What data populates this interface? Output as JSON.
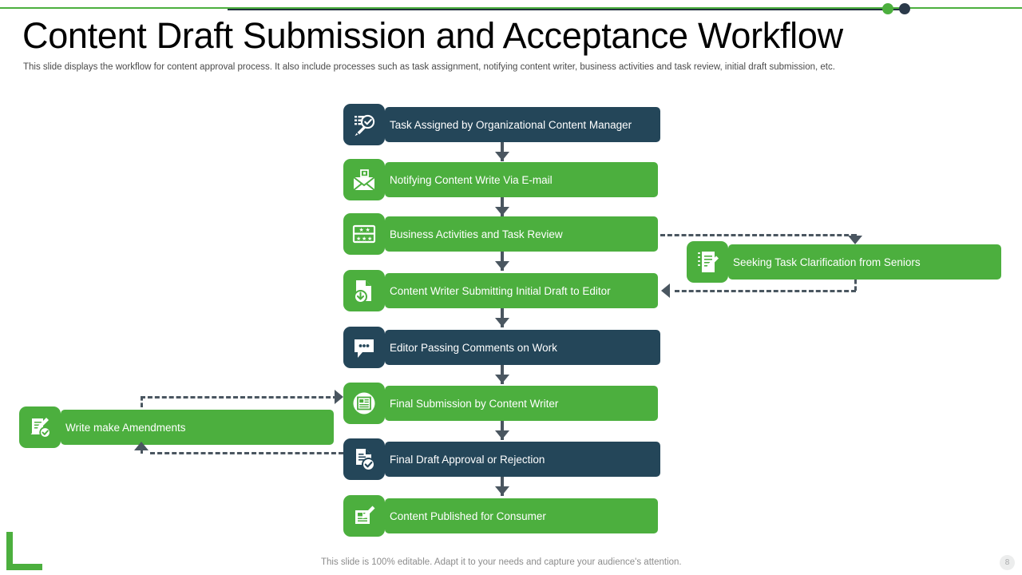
{
  "header": {
    "title": "Content Draft Submission and Acceptance Workflow",
    "subtitle": "This slide displays the workflow for content approval process. It also include processes such as task assignment, notifying content writer, business activities and task review, initial draft submission, etc."
  },
  "theme": {
    "green": "#4CAF3E",
    "navy": "#244659",
    "connector": "#4a5660",
    "text_on_fill": "#ffffff"
  },
  "flow": {
    "steps": [
      {
        "id": "step-1",
        "label": "Task Assigned by Organizational Content Manager",
        "color": "navy",
        "icon": "task-review-magnifier-icon"
      },
      {
        "id": "step-2",
        "label": "Notifying Content Write Via E-mail",
        "color": "green",
        "icon": "email-envelope-icon"
      },
      {
        "id": "step-3",
        "label": "Business Activities and Task Review",
        "color": "green",
        "icon": "rating-stars-board-icon"
      },
      {
        "id": "step-4",
        "label": "Content Writer Submitting Initial Draft to Editor",
        "color": "green",
        "icon": "document-download-icon"
      },
      {
        "id": "step-5",
        "label": "Editor Passing Comments on Work",
        "color": "navy",
        "icon": "comment-bubble-icon"
      },
      {
        "id": "step-6",
        "label": "Final Submission by Content Writer",
        "color": "green",
        "icon": "document-article-icon"
      },
      {
        "id": "step-7",
        "label": "Final Draft Approval or Rejection",
        "color": "navy",
        "icon": "document-approved-check-icon"
      },
      {
        "id": "step-8",
        "label": "Content Published for Consumer",
        "color": "green",
        "icon": "document-edit-pen-icon"
      }
    ],
    "side_branches": [
      {
        "id": "branch-right",
        "label": "Seeking Task Clarification from Seniors",
        "color": "green",
        "icon": "document-pen-note-icon"
      },
      {
        "id": "branch-left",
        "label": "Write make Amendments",
        "color": "green",
        "icon": "document-pen-check-icon"
      }
    ]
  },
  "footer": {
    "note": "This slide is 100% editable. Adapt it to your needs and capture your audience's attention.",
    "page_number": "8"
  }
}
